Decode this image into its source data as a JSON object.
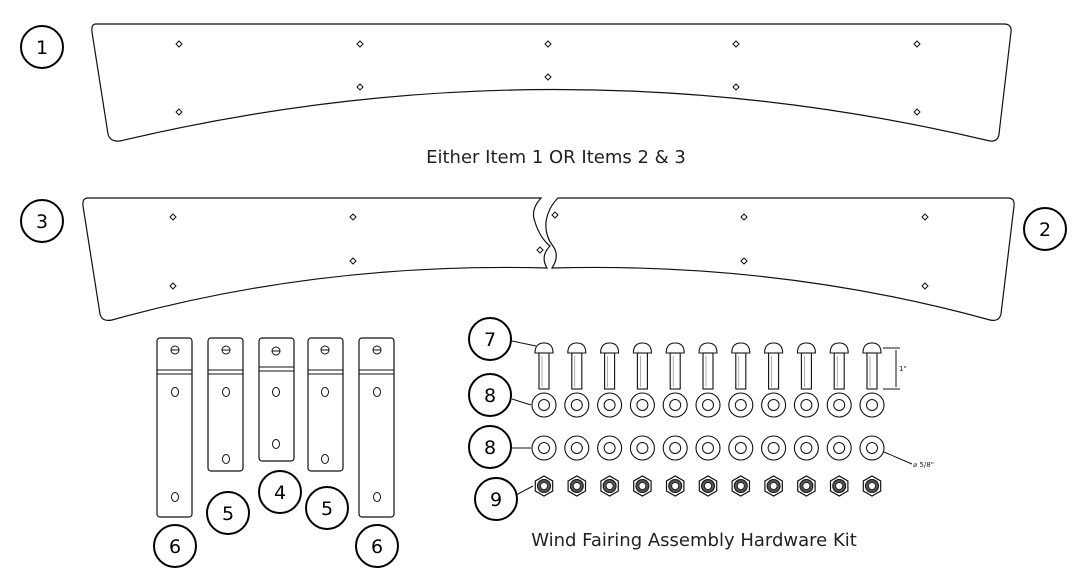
{
  "balloons": {
    "item1": "1",
    "item2": "2",
    "item3": "3",
    "item4": "4",
    "item5a": "5",
    "item5b": "5",
    "item6a": "6",
    "item6b": "6",
    "item7": "7",
    "item8a": "8",
    "item8b": "8",
    "item9": "9"
  },
  "captions": {
    "either_or": "Either Item 1 OR Items 2 & 3",
    "hardware_kit": "Wind Fairing Assembly Hardware Kit"
  },
  "dimensions": {
    "bolt_length": "1\"",
    "washer_diameter": "⌀ 5/8\""
  },
  "hardware": {
    "bolt_count": 11,
    "washer_count": 11,
    "nut_count": 11
  },
  "colors": {
    "line": "#111111",
    "background": "#ffffff"
  }
}
